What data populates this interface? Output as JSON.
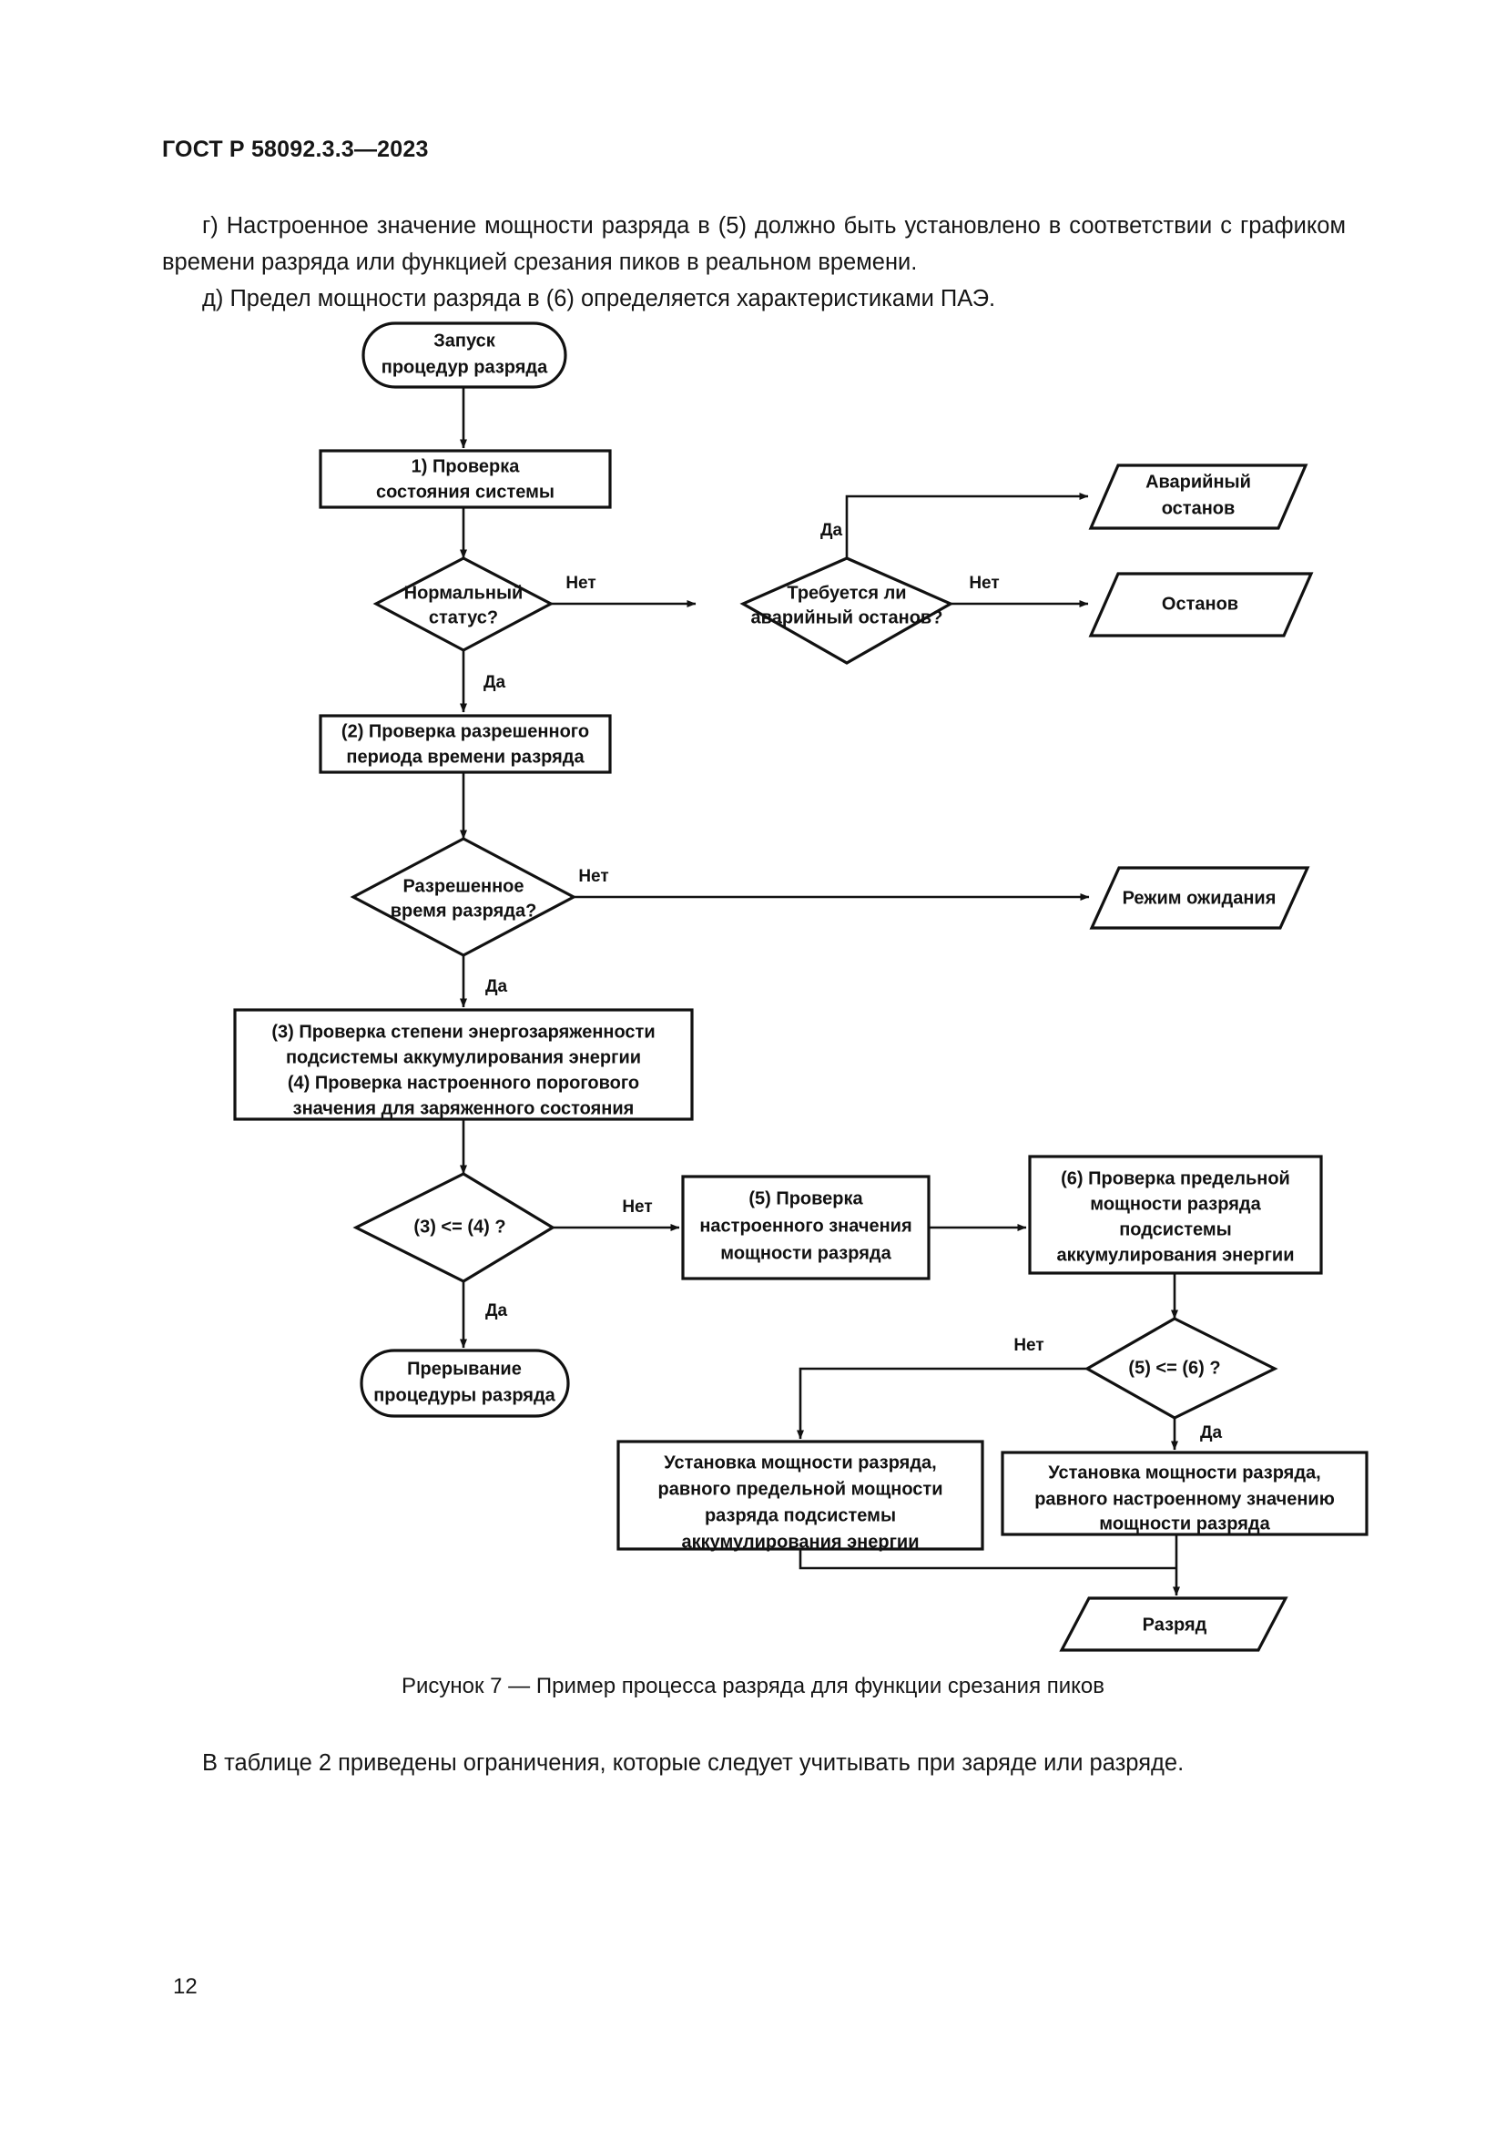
{
  "document": {
    "header": "ГОСТ Р 58092.3.3—2023",
    "page_number": "12",
    "paragraphs": {
      "item_g": "г) Настроенное значение мощности разряда в (5) должно быть установлено в соответствии с графиком времени разряда или функцией срезания пиков в реальном времени.",
      "item_d": "д) Предел мощности разряда в (6) определяется характеристиками ПАЭ."
    },
    "figure_caption": "Рисунок 7 — Пример процесса разряда для функции срезания пиков",
    "after_figure_text": "В таблице 2 приведены ограничения, которые следует учитывать при заряде или разряде."
  },
  "chart_data": {
    "type": "diagram",
    "title": "Рисунок 7 — Пример процесса разряда для функции срезания пиков",
    "nodes": [
      {
        "id": "start",
        "shape": "terminator",
        "lines": [
          "Запуск",
          "процедур разряда"
        ]
      },
      {
        "id": "step1",
        "shape": "process",
        "lines": [
          "1) Проверка",
          "состояния системы"
        ]
      },
      {
        "id": "dec_status",
        "shape": "decision",
        "lines": [
          "Нормальный",
          "статус?"
        ]
      },
      {
        "id": "dec_estop",
        "shape": "decision",
        "lines": [
          "Требуется ли",
          "аварийный останов?"
        ]
      },
      {
        "id": "out_estop",
        "shape": "parallelogram",
        "lines": [
          "Аварийный",
          "останов"
        ]
      },
      {
        "id": "out_stop",
        "shape": "parallelogram",
        "lines": [
          "Останов"
        ]
      },
      {
        "id": "step2",
        "shape": "process",
        "lines": [
          "(2) Проверка разрешенного",
          "периода времени разряда"
        ]
      },
      {
        "id": "dec_time",
        "shape": "decision",
        "lines": [
          "Разрешенное",
          "время разряда?"
        ]
      },
      {
        "id": "out_standby",
        "shape": "parallelogram",
        "lines": [
          "Режим ожидания"
        ]
      },
      {
        "id": "step34",
        "shape": "process",
        "lines": [
          "(3) Проверка степени энергозаряженности",
          "подсистемы аккумулирования энергии",
          "(4) Проверка настроенного порогового",
          "значения для заряженного состояния"
        ]
      },
      {
        "id": "dec_34",
        "shape": "decision",
        "lines": [
          "(3) <= (4) ?"
        ]
      },
      {
        "id": "step5",
        "shape": "process",
        "lines": [
          "(5) Проверка",
          "настроенного значения",
          "мощности разряда"
        ]
      },
      {
        "id": "step6",
        "shape": "process",
        "lines": [
          "(6) Проверка предельной",
          "мощности разряда",
          "подсистемы",
          "аккумулирования энергии"
        ]
      },
      {
        "id": "out_abort",
        "shape": "terminator",
        "lines": [
          "Прерывание",
          "процедуры разряда"
        ]
      },
      {
        "id": "dec_56",
        "shape": "decision",
        "lines": [
          "(5) <= (6) ?"
        ]
      },
      {
        "id": "set_limit",
        "shape": "process",
        "lines": [
          "Установка мощности разряда,",
          "равного предельной мощности",
          "разряда подсистемы",
          "аккумулирования энергии"
        ]
      },
      {
        "id": "set_tuned",
        "shape": "process",
        "lines": [
          "Установка мощности разряда,",
          "равного настроенному значению",
          "мощности разряда"
        ]
      },
      {
        "id": "out_discharge",
        "shape": "parallelogram",
        "lines": [
          "Разряд"
        ]
      }
    ],
    "edges": [
      {
        "from": "start",
        "to": "step1",
        "label": ""
      },
      {
        "from": "step1",
        "to": "dec_status",
        "label": ""
      },
      {
        "from": "dec_status",
        "to": "dec_estop",
        "label": "Нет"
      },
      {
        "from": "dec_status",
        "to": "step2",
        "label": "Да"
      },
      {
        "from": "dec_estop",
        "to": "out_estop",
        "label": "Да"
      },
      {
        "from": "dec_estop",
        "to": "out_stop",
        "label": "Нет"
      },
      {
        "from": "step2",
        "to": "dec_time",
        "label": ""
      },
      {
        "from": "dec_time",
        "to": "out_standby",
        "label": "Нет"
      },
      {
        "from": "dec_time",
        "to": "step34",
        "label": "Да"
      },
      {
        "from": "step34",
        "to": "dec_34",
        "label": ""
      },
      {
        "from": "dec_34",
        "to": "step5",
        "label": "Нет"
      },
      {
        "from": "dec_34",
        "to": "out_abort",
        "label": "Да"
      },
      {
        "from": "step5",
        "to": "step6",
        "label": ""
      },
      {
        "from": "step6",
        "to": "dec_56",
        "label": ""
      },
      {
        "from": "dec_56",
        "to": "set_limit",
        "label": "Нет"
      },
      {
        "from": "dec_56",
        "to": "set_tuned",
        "label": "Да"
      },
      {
        "from": "set_limit",
        "to": "out_discharge",
        "label": ""
      },
      {
        "from": "set_tuned",
        "to": "out_discharge",
        "label": ""
      }
    ]
  }
}
